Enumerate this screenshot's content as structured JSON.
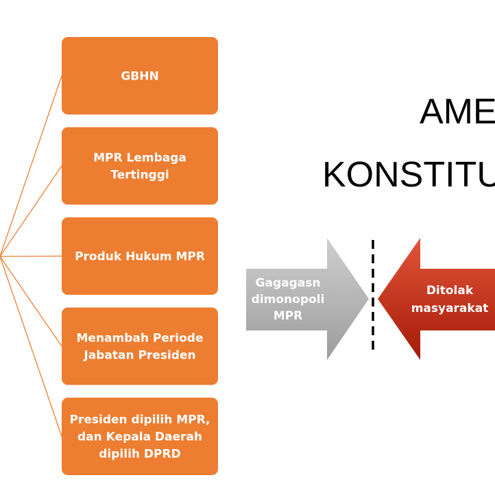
{
  "title": {
    "lines": [
      "AME",
      "KONSTITUS"
    ]
  },
  "boxes": [
    {
      "lines": [
        "GBHN"
      ]
    },
    {
      "lines": [
        "MPR Lembaga",
        "Tertinggi"
      ]
    },
    {
      "lines": [
        "Produk Hukum MPR"
      ]
    },
    {
      "lines": [
        "Menambah Periode",
        "Jabatan Presiden"
      ]
    },
    {
      "lines": [
        "Presiden dipilih MPR,",
        "dan Kepala Daerah",
        "dipilih DPRD"
      ]
    }
  ],
  "arrows": {
    "left": {
      "lines": [
        "Gagagasn",
        "dimonopoli",
        "MPR"
      ]
    },
    "right": {
      "lines": [
        "Ditolak",
        "masyarakat"
      ]
    }
  },
  "colors": {
    "box_fill": "#ED7D31",
    "connector": "#ED7D31",
    "left_arrow_top": "#CFCFCF",
    "left_arrow_bottom": "#9C9C9C",
    "right_arrow_top": "#E2553A",
    "right_arrow_bottom": "#A31A06",
    "divider": "#000000",
    "title": "#000000"
  }
}
